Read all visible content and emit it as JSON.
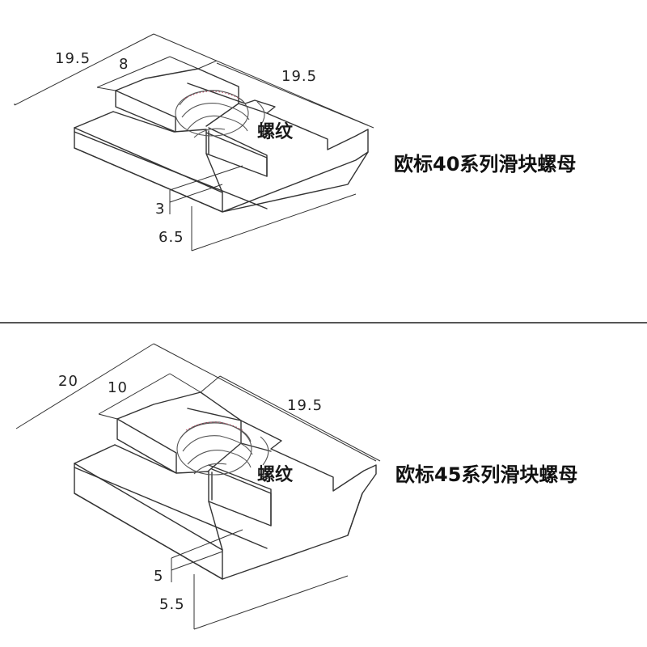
{
  "panels": [
    {
      "title": "欧标40系列滑块螺母",
      "thread_label": "螺纹",
      "dims": {
        "total_width": "19.5",
        "boss_width": "8",
        "length": "19.5",
        "boss_height": "3",
        "base_height": "6.5"
      }
    },
    {
      "title": "欧标45系列滑块螺母",
      "thread_label": "螺纹",
      "dims": {
        "total_width": "20",
        "boss_width": "10",
        "length": "19.5",
        "boss_height": "5",
        "base_height": "5.5"
      }
    }
  ]
}
